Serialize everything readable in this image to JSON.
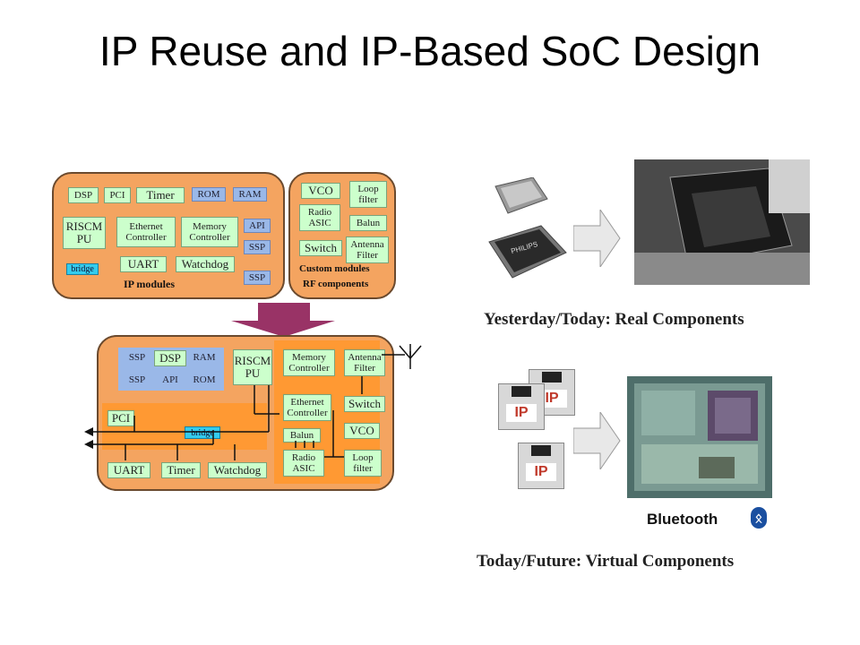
{
  "title": "IP Reuse and IP-Based SoC Design",
  "ip_panel": {
    "caption": "IP modules",
    "blocks": [
      "DSP",
      "PCI",
      "Timer",
      "ROM",
      "RAM",
      "RISCM PU",
      "Ethernet Controller",
      "Memory Controller",
      "API",
      "SSP",
      "bridge",
      "UART",
      "Watchdog",
      "SSP"
    ]
  },
  "rf_panel": {
    "caption_1": "Custom modules",
    "caption_2": "RF components",
    "blocks": [
      "VCO",
      "Loop filter",
      "Radio ASIC",
      "Balun",
      "Switch",
      "Antenna Filter"
    ]
  },
  "soc": {
    "blocks": [
      "SSP",
      "DSP",
      "RAM",
      "SSP",
      "API",
      "ROM",
      "RISCM PU",
      "Memory Controller",
      "Antenna Filter",
      "Ethernet Controller",
      "Switch",
      "PCI",
      "bridge",
      "Balun",
      "VCO",
      "Radio ASIC",
      "Loop filter",
      "UART",
      "Timer",
      "Watchdog"
    ]
  },
  "chip_brand": "PHILIPS",
  "ip_labels": [
    "IP",
    "IP",
    "IP"
  ],
  "bluetooth_label": "Bluetooth",
  "caption_real": "Yesterday/Today: Real Components",
  "caption_virtual": "Today/Future: Virtual Components",
  "colors": {
    "panel": "#f4a460",
    "block": "#ccffcc",
    "block_blue": "#9ab8e8",
    "bridge": "#33ccee",
    "arrow": "#993366",
    "soc_inner": "#ff9933"
  }
}
